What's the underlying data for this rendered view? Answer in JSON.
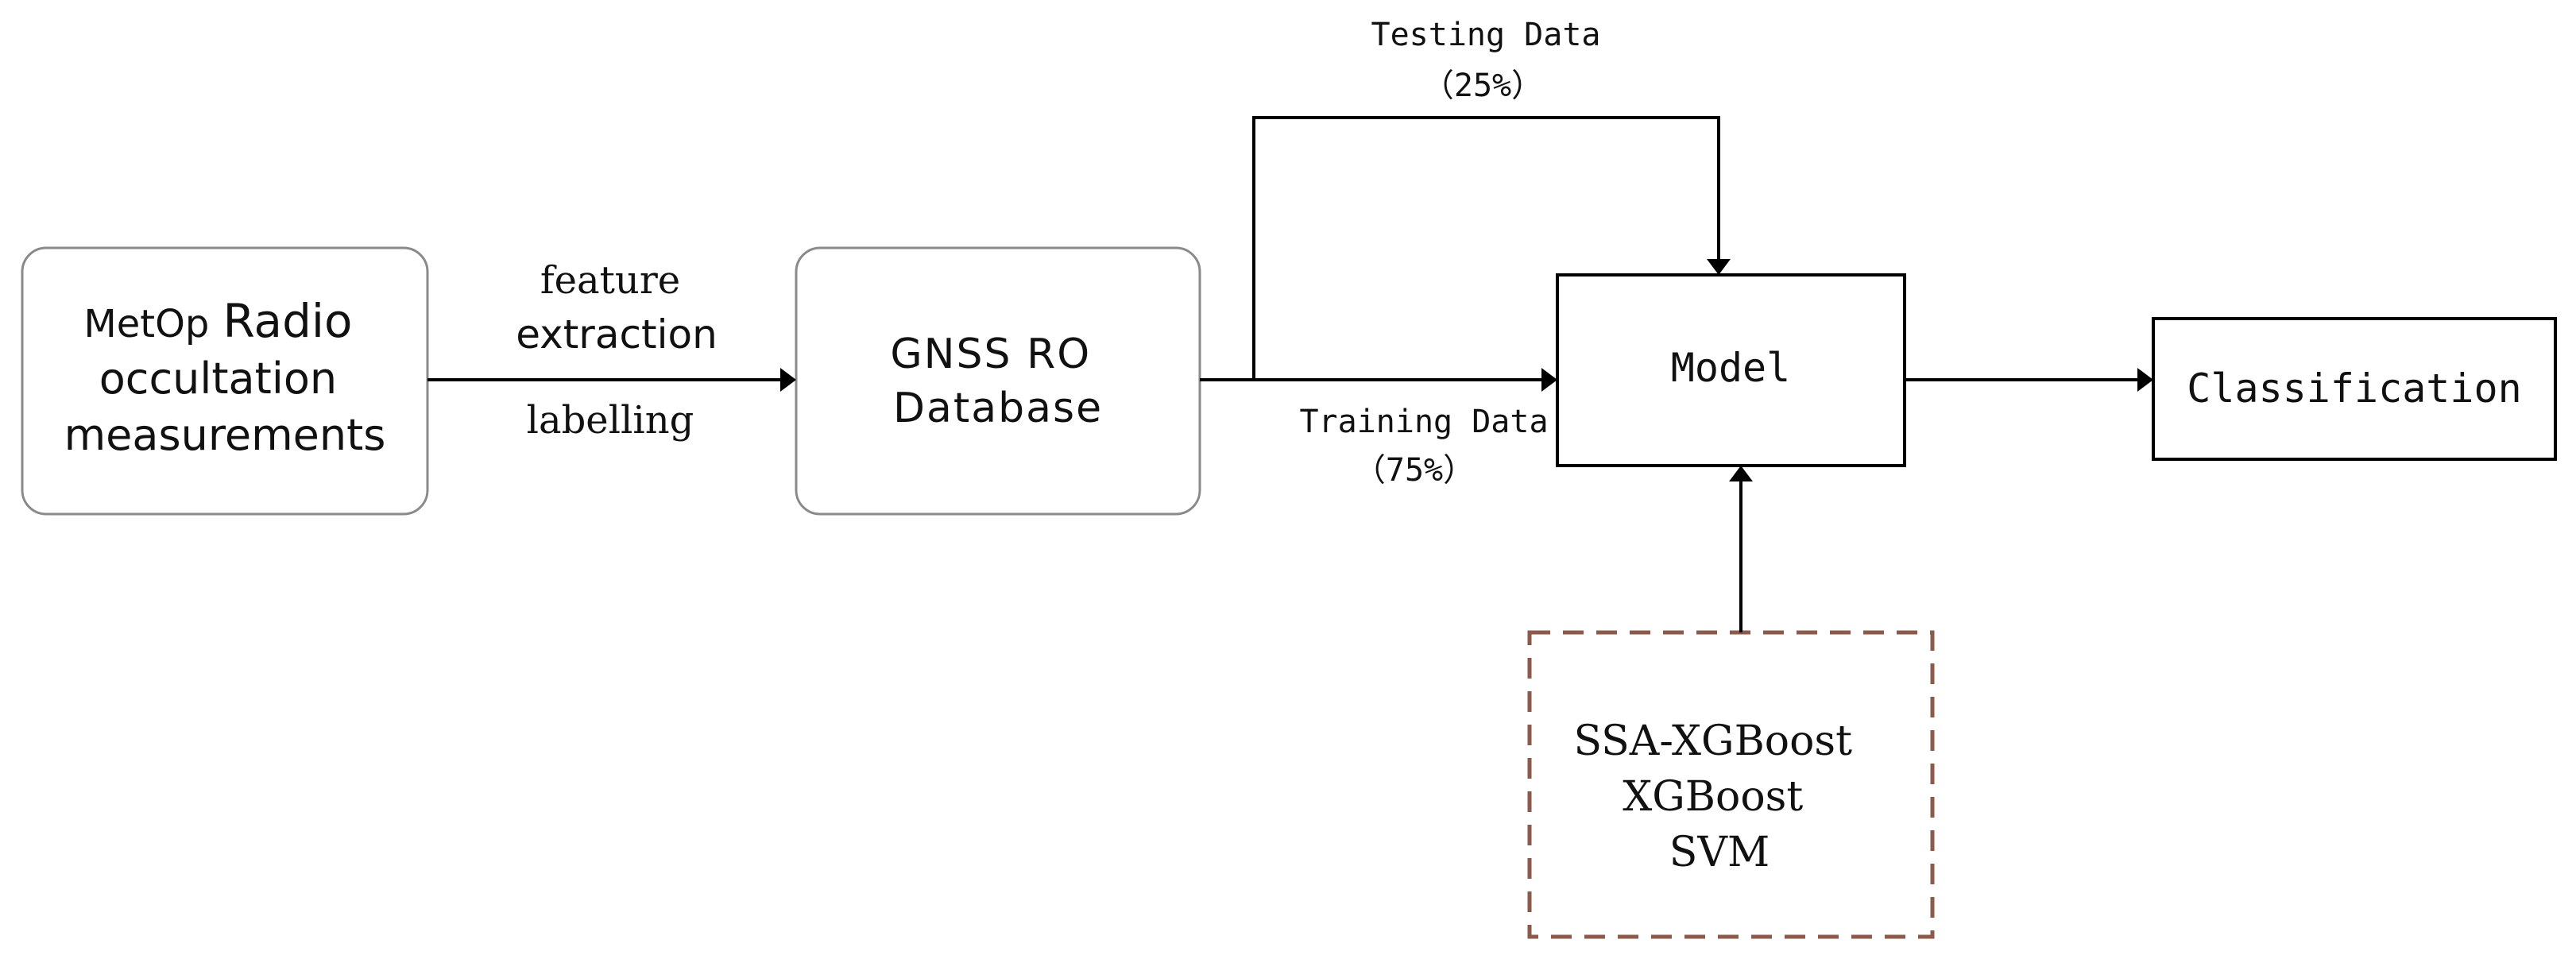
{
  "nodes": {
    "source": {
      "line1_a": "MetOp",
      "line1_b": "Radio",
      "line2": "occultation",
      "line3": "measurements"
    },
    "database": {
      "line1": "GNSS RO",
      "line2": "Database"
    },
    "model": {
      "label": "Model"
    },
    "classification": {
      "label": "Classification"
    },
    "algorithms": {
      "items": [
        "SSA-XGBoost",
        "XGBoost",
        "SVM"
      ],
      "border_color": "#8B5A4A"
    }
  },
  "edges": {
    "extraction": {
      "top": "feature",
      "middle": "extraction",
      "bottom": "labelling"
    },
    "testing": {
      "label": "Testing Data",
      "percent": "（25%）"
    },
    "training": {
      "label": "Training Data",
      "percent": "（75%）"
    }
  }
}
